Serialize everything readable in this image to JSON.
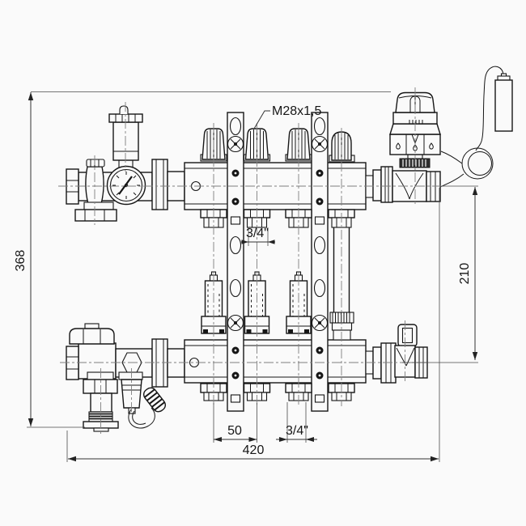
{
  "drawing": {
    "background": "#fafafa",
    "line_color": "#161616",
    "labels": {
      "overall_height": "368",
      "overall_width": "420",
      "axis_distance": "210",
      "port_spacing": "50",
      "port_thread_top": "3/4\"",
      "port_thread_bottom": "3/4\"",
      "valve_thread": "M28x1,5"
    }
  }
}
